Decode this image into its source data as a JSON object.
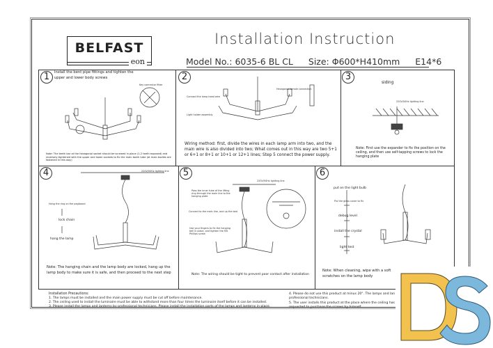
{
  "brand": {
    "name": "BELFAST",
    "sub": "eon"
  },
  "title": "Installation Instruction",
  "model": {
    "model_no": "Model No.: 6035-6 BL CL",
    "size": "Size: Φ600*H410mm",
    "bulb": "E14*6"
  },
  "steps": [
    {
      "num": "1",
      "text": "Install the bent pipe fittings and tighten the upper and lower body screws",
      "note": "Note: The teeth bar at the hexagonal socket should be screwed in place (1-2 teeth exposed) and reversely tightened with the upper and lower sockets to fix the main tooth tube (at main bodies are fastened in this way)",
      "labels": [
        "Key connector fitter"
      ]
    },
    {
      "num": "2",
      "text": "Wiring method: first, divide the wires in each lamp arm into two, and the main wire is also divided into two; What comes out in this way are two 5+1 or 6+1 or 8+1 or 10+1 or 12+1 lines; Step 5 connect the power supply.",
      "labels": [
        "Connect the lamp head wire",
        "Hexagonal female connection",
        "Light holder assembly"
      ]
    },
    {
      "num": "3",
      "text": "Note: First use the expander to fix the position on the ceiling, and then use self-tapping screws to lock the hanging plate",
      "labels": [
        "siding",
        "220V/50Hz lighting line"
      ]
    },
    {
      "num": "4",
      "text": "Note: The hanging chain and the lamp body are locked, hang up the lamp body to make sure it is safe, and then proceed to the next step",
      "labels": [
        "220V/50Hz lighting line",
        "Hang the ring on the pegboard",
        "lock chain",
        "hang the lamp"
      ]
    },
    {
      "num": "5",
      "text": "Note: The wiring should be tight to prevent poor contact after installation",
      "labels": [
        "Pass the inner tube of the lifting ring through the main line to the hanging plate",
        "220V/50Hz lighting line",
        "Connect to the main line, and up the bed",
        "Use your fingers to fix the hanging bell in place, and tighten the M4 Phillips screw"
      ]
    },
    {
      "num": "6",
      "text": "Note: When cleaning, wipe with a soft scratches on the lamp body",
      "labels": [
        "put on the light bulb",
        "Put the glass cover to fix",
        "debug level",
        "install the crystal",
        "light test"
      ]
    }
  ],
  "precautions": {
    "heading": "Installation Precautions:",
    "left": [
      "1. The lamps must be installed and the main power supply must be cut off before maintenance.",
      "2. The ceiling used to install the luminaire must be able to withstand more than four times the luminaire itself before it can be installed.",
      "3. Please install the lamps and lanterns by professional technicians. Please install the installation parts of the lamps and lanterns in place."
    ],
    "right": [
      "4. Please do not use this product at minus 20°. The lamps and lan by professional technicians.",
      "5. The user installs this product at the place where the ceiling has requested to purchase the screws by himself."
    ]
  },
  "colors": {
    "ds_yellow": "#f2c14e",
    "ds_blue": "#7bb8dc"
  }
}
